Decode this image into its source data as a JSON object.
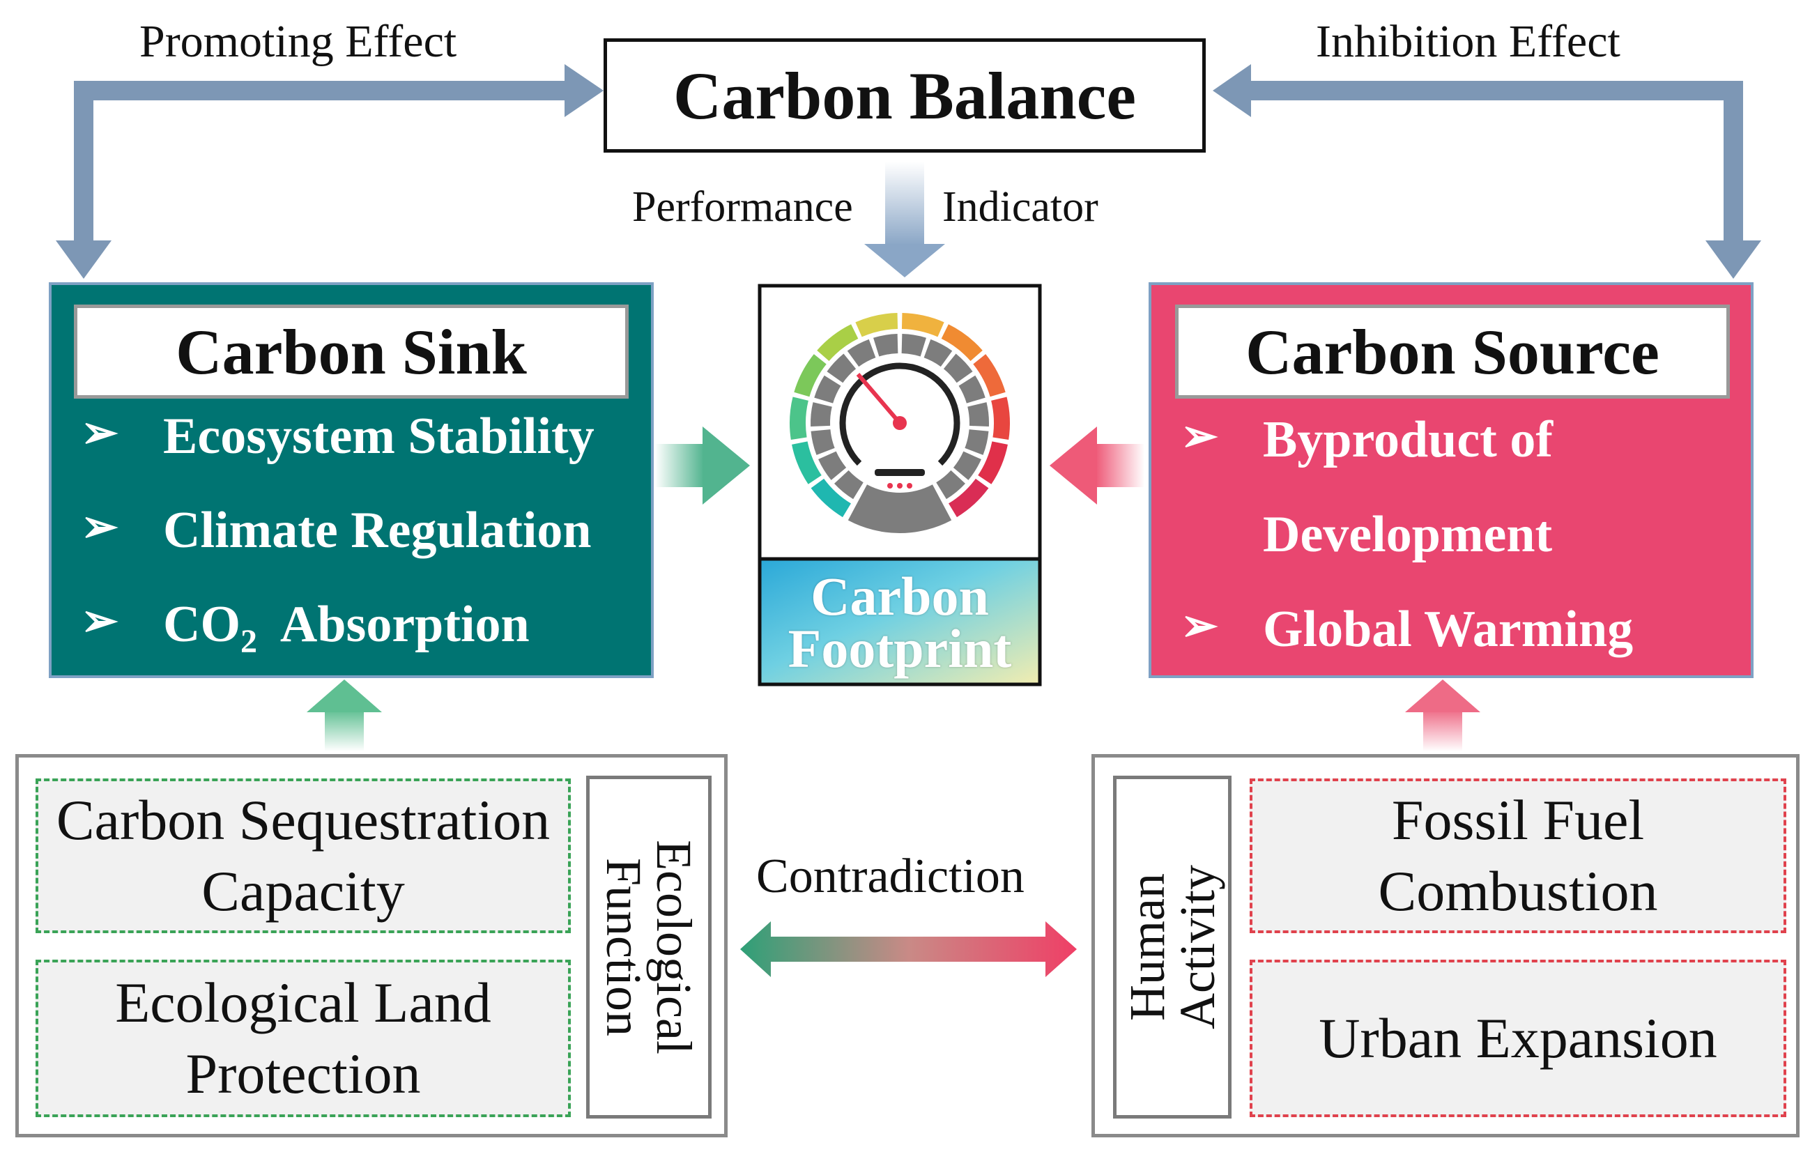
{
  "title": "Carbon Balance",
  "top_labels": {
    "promoting": "Promoting Effect",
    "inhibition": "Inhibition Effect",
    "performance": "Performance",
    "indicator": "Indicator"
  },
  "sink": {
    "title": "Carbon Sink",
    "bullets": [
      "Ecosystem Stability",
      "Climate Regulation",
      "Absorption"
    ],
    "co2": "CO",
    "co2_sub": "2",
    "color": "#007472"
  },
  "source": {
    "title": "Carbon Source",
    "bullets": [
      "Byproduct of",
      "Development",
      "Global Warming"
    ],
    "color": "#e94670"
  },
  "footprint": {
    "line1": "Carbon",
    "line2": "Footprint"
  },
  "ecological": {
    "vertical": [
      "Ecological",
      "Function"
    ],
    "items": [
      [
        "Carbon Sequestration",
        "Capacity"
      ],
      [
        "Ecological Land",
        "Protection"
      ]
    ]
  },
  "human": {
    "vertical": [
      "Human",
      "Activity"
    ],
    "items": [
      [
        "Fossil Fuel",
        "Combustion"
      ],
      [
        "Urban Expansion"
      ]
    ]
  },
  "contradiction": "Contradiction",
  "bullet_mark": "➢",
  "icons": [
    "speedometer-gauge-icon"
  ],
  "colors": {
    "arrow": "#7d97b5",
    "sink": "#007472",
    "source": "#e94670"
  }
}
